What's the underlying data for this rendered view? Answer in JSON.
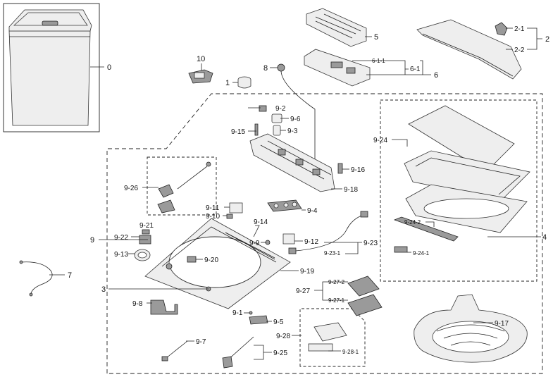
{
  "labels": {
    "l0": "0",
    "l1": "1",
    "l2": "2",
    "l2_1": "2-1",
    "l2_2": "2-2",
    "l3": "3",
    "l4": "4",
    "l5": "5",
    "l6": "6",
    "l6_1": "6-1",
    "l6_1_1": "6-1-1",
    "l7": "7",
    "l8": "8",
    "l9": "9",
    "l10": "10",
    "l9_1": "9-1",
    "l9_2": "9-2",
    "l9_3": "9-3",
    "l9_4": "9-4",
    "l9_5": "9-5",
    "l9_6": "9-6",
    "l9_7": "9-7",
    "l9_8": "9-8",
    "l9_9": "9-9",
    "l9_10": "9-10",
    "l9_11": "9-11",
    "l9_12": "9-12",
    "l9_13": "9-13",
    "l9_14": "9-14",
    "l9_15": "9-15",
    "l9_16": "9-16",
    "l9_17": "9-17",
    "l9_18": "9-18",
    "l9_19": "9-19",
    "l9_20": "9-20",
    "l9_21": "9-21",
    "l9_22": "9-22",
    "l9_23": "9-23",
    "l9_23_1": "9-23-1",
    "l9_24": "9-24",
    "l9_24_1": "9-24-1",
    "l9_24_2": "9-24-2",
    "l9_25": "9-25",
    "l9_26": "9-26",
    "l9_27": "9-27",
    "l9_27_1": "9-27-1",
    "l9_27_2": "9-27-2",
    "l9_28": "9-28",
    "l9_28_1": "9-28-1"
  }
}
